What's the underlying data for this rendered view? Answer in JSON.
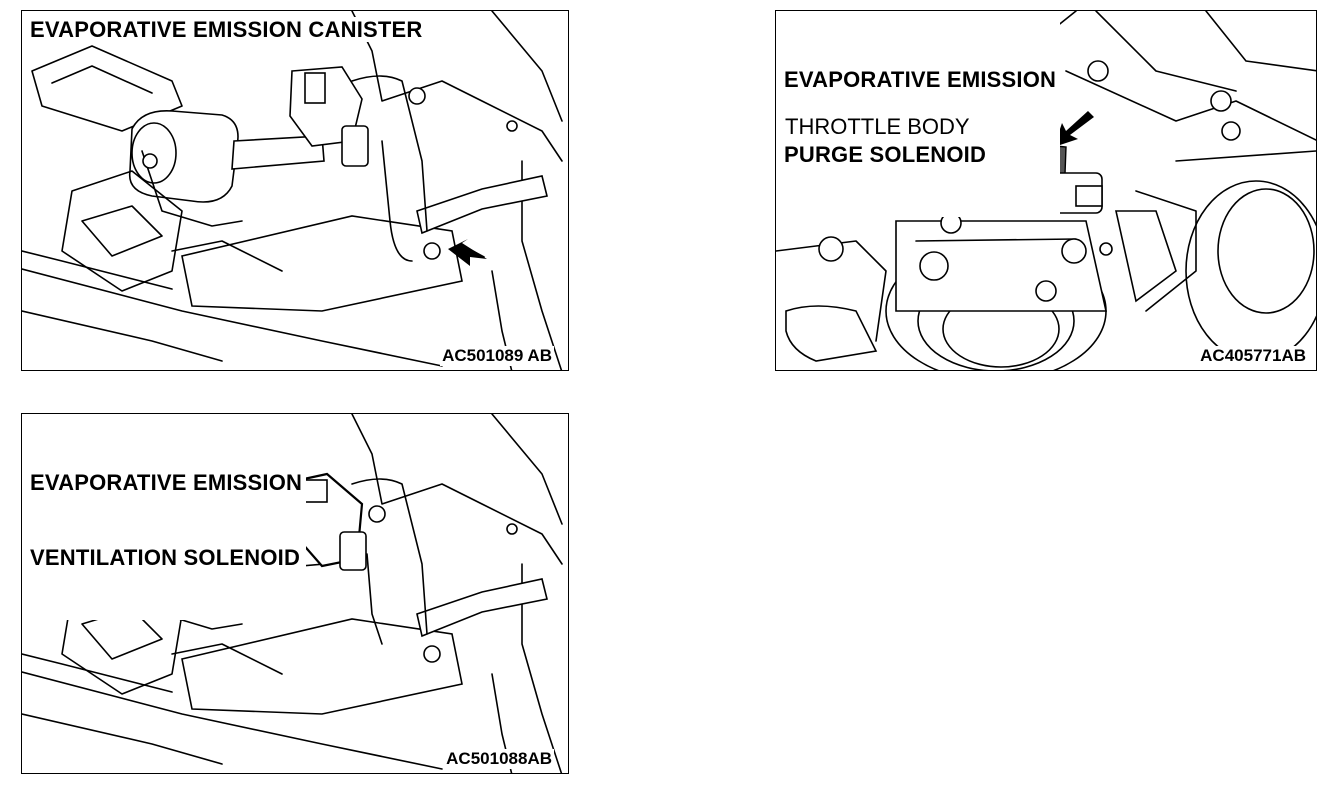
{
  "panels": {
    "canister": {
      "title": "EVAPORATIVE EMISSION CANISTER",
      "code": "AC501089 AB"
    },
    "purge": {
      "title_line1": "EVAPORATIVE EMISSION",
      "title_line2": "PURGE SOLENOID",
      "callout": "THROTTLE BODY",
      "code": "AC405771AB"
    },
    "ventilation": {
      "title_line1": "EVAPORATIVE EMISSION",
      "title_line2": "VENTILATION SOLENOID",
      "code": "AC501088AB"
    }
  }
}
